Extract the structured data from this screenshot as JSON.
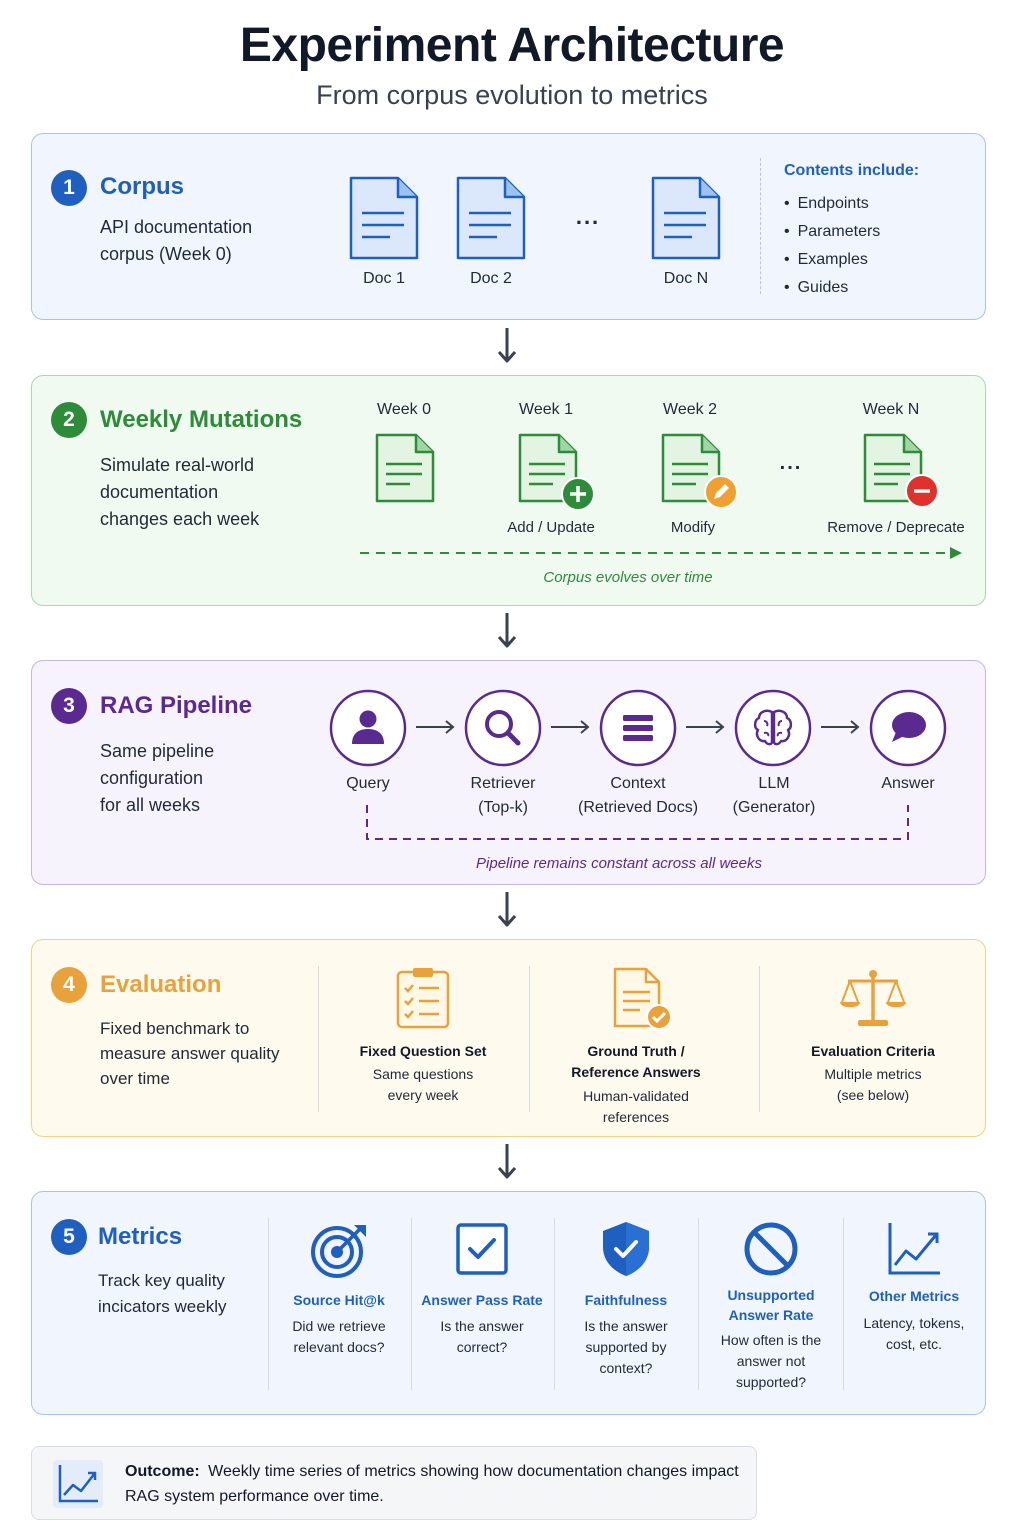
{
  "header": {
    "title": "Experiment Architecture",
    "subtitle": "From corpus evolution to metrics"
  },
  "colors": {
    "corpus": "#1f5fbf",
    "mutations": "#2e8b3a",
    "pipeline": "#5b2a91",
    "evaluation": "#e9a23b",
    "metrics": "#1f5fbf"
  },
  "corpus": {
    "number": "1",
    "title": "Corpus",
    "description": "API documentation\ncorpus (Week 0)",
    "docs": [
      "Doc 1",
      "Doc 2",
      "Doc N"
    ],
    "ellipsis": "...",
    "contents_title": "Contents include:",
    "contents": [
      "Endpoints",
      "Parameters",
      "Examples",
      "Guides"
    ]
  },
  "mutations": {
    "number": "2",
    "title": "Weekly Mutations",
    "description": "Simulate real-world\ndocumentation\nchanges each week",
    "weeks": [
      {
        "label": "Week 0",
        "action": "",
        "icon": "document-icon"
      },
      {
        "label": "Week 1",
        "action": "Add / Update",
        "icon": "add-icon"
      },
      {
        "label": "Week 2",
        "action": "Modify",
        "icon": "edit-icon"
      },
      {
        "label": "Week N",
        "action": "Remove / Deprecate",
        "icon": "remove-icon"
      }
    ],
    "ellipsis": "...",
    "caption": "Corpus evolves over time"
  },
  "pipeline": {
    "number": "3",
    "title": "RAG Pipeline",
    "description": "Same pipeline\nconfiguration\nfor all weeks",
    "steps": [
      {
        "label": "Query",
        "icon": "user-icon"
      },
      {
        "label": "Retriever\n(Top-k)",
        "icon": "search-icon"
      },
      {
        "label": "Context\n(Retrieved Docs)",
        "icon": "list-icon"
      },
      {
        "label": "LLM\n(Generator)",
        "icon": "brain-icon"
      },
      {
        "label": "Answer",
        "icon": "chat-bubble-icon"
      }
    ],
    "caption": "Pipeline remains constant across all weeks"
  },
  "evaluation": {
    "number": "4",
    "title": "Evaluation",
    "description": "Fixed benchmark to\nmeasure answer quality\nover time",
    "items": [
      {
        "title": "Fixed Question Set",
        "desc": "Same questions\nevery week",
        "icon": "clipboard-checklist-icon"
      },
      {
        "title": "Ground Truth /\nReference Answers",
        "desc": "Human-validated\nreferences",
        "icon": "verified-document-icon"
      },
      {
        "title": "Evaluation Criteria",
        "desc": "Multiple metrics\n(see below)",
        "icon": "scales-icon"
      }
    ]
  },
  "metrics": {
    "number": "5",
    "title": "Metrics",
    "description": "Track key quality\nincicators weekly",
    "items": [
      {
        "title": "Source Hit@k",
        "desc": "Did we retrieve\nrelevant docs?",
        "icon": "target-icon"
      },
      {
        "title": "Answer Pass Rate",
        "desc": "Is the answer\ncorrect?",
        "icon": "checkbox-icon"
      },
      {
        "title": "Faithfulness",
        "desc": "Is the answer\nsupported by\ncontext?",
        "icon": "shield-check-icon"
      },
      {
        "title": "Unsupported\nAnswer Rate",
        "desc": "How often is the\nanswer not\nsupported?",
        "icon": "prohibited-icon"
      },
      {
        "title": "Other Metrics",
        "desc": "Latency, tokens,\ncost, etc.",
        "icon": "line-chart-icon"
      }
    ]
  },
  "outcome": {
    "label": "Outcome:",
    "text": "Weekly time series of metrics showing how documentation changes impact RAG system performance over time."
  }
}
